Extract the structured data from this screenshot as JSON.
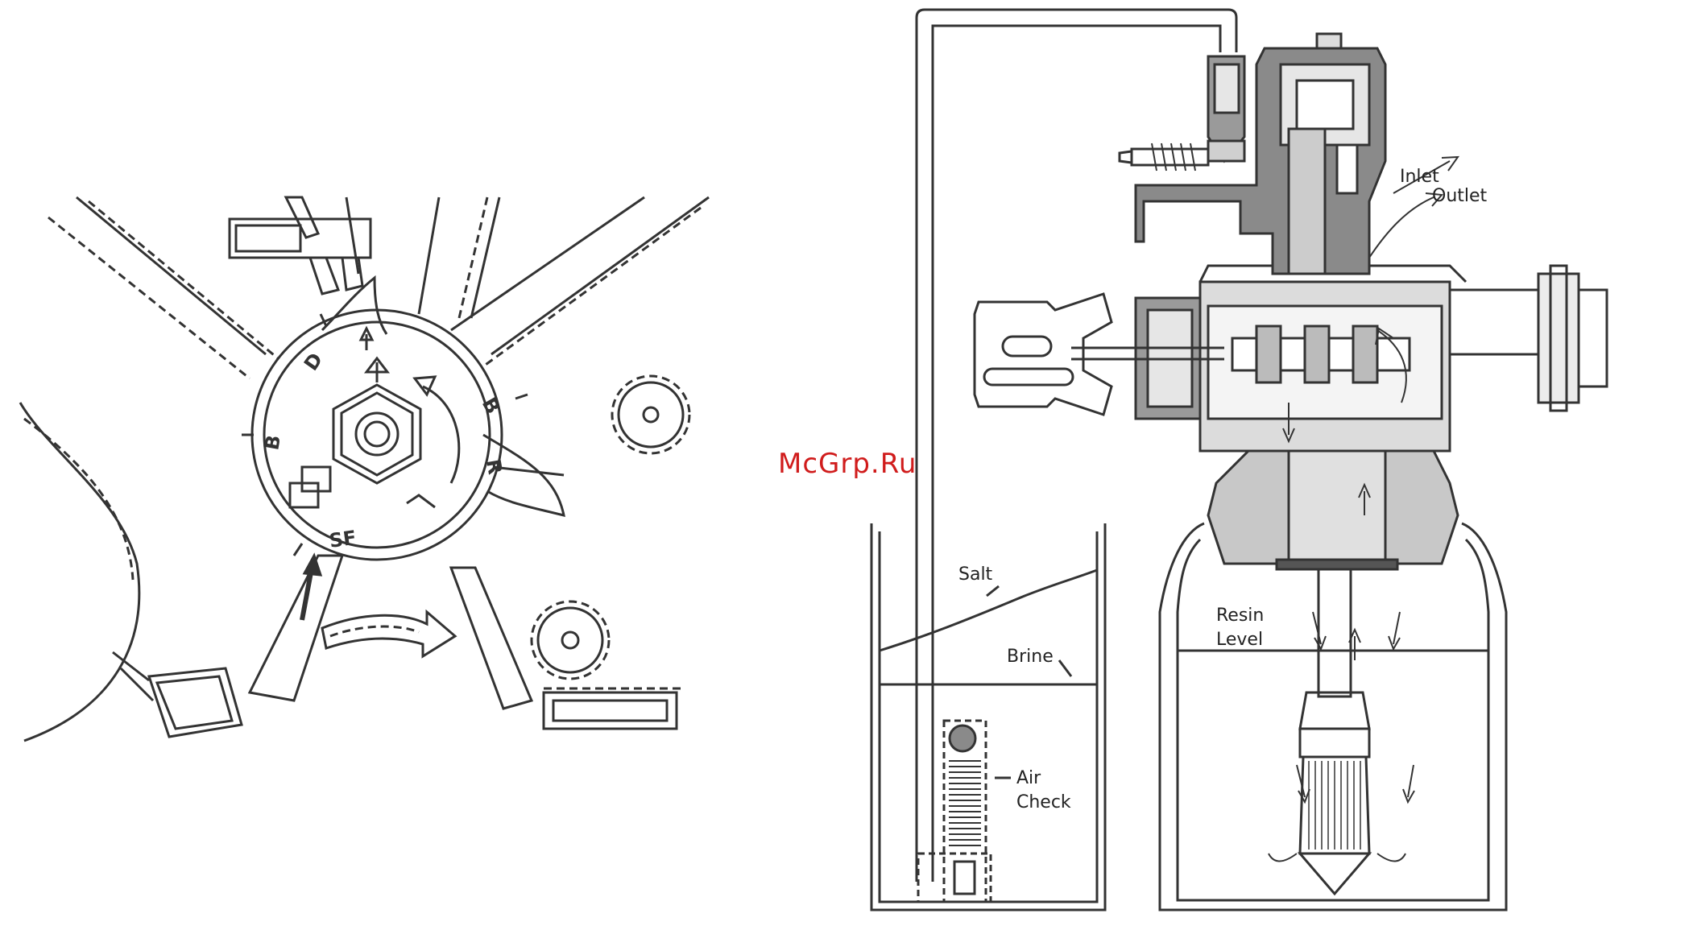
{
  "watermark": "McGrp.Ru",
  "dial": {
    "labels": {
      "d": "D",
      "b_right": "B",
      "r": "R",
      "b_left": "B",
      "sf": "SF"
    }
  },
  "valve": {
    "labels": {
      "inlet": "Inlet",
      "outlet": "Outlet",
      "resin_line1": "Resin",
      "resin_line2": "Level",
      "salt": "Salt",
      "brine": "Brine",
      "aircheck_line1": "Air",
      "aircheck_line2": "Check"
    }
  },
  "colors": {
    "line": "#333333",
    "shade_dark": "#8a8a8a",
    "shade_light": "#c8c8c8",
    "watermark": "#d01c1c"
  }
}
